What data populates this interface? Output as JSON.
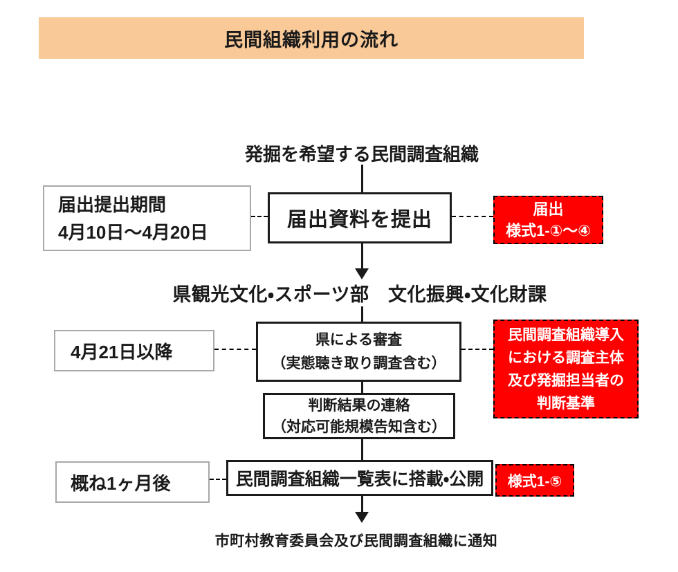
{
  "page": {
    "title": "民間組織利用の流れ"
  },
  "colors": {
    "banner_bg": "#F9C998",
    "accent_red": "#FE0000",
    "accent_red_text": "#FFFFFF"
  },
  "flow": {
    "start_label": "発掘を希望する民間調査組織",
    "step1": {
      "period_line1": "届出提出期間",
      "period_line2": "4月10日～4月20日",
      "action": "届出資料を提出",
      "form_line1": "届出",
      "form_line2": "様式1-①～④"
    },
    "department_label": "県観光文化・スポーツ部　文化振興・文化財課",
    "step2": {
      "period": "4月21日以降",
      "action_line1": "県による審査",
      "action_line2": "（実態聴き取り調査含む）",
      "criteria_line1": "民間調査組織導入",
      "criteria_line2": "における調査主体",
      "criteria_line3": "及び発掘担当者の",
      "criteria_line4": "判断基準"
    },
    "step3": {
      "action_line1": "判断結果の連絡",
      "action_line2": "（対応可能規模告知含む）"
    },
    "step4": {
      "period": "概ね1ヶ月後",
      "action": "民間調査組織一覧表に搭載・公開",
      "form": "様式1-⑤"
    },
    "end_label": "市町村教育委員会及び民間調査組織に通知"
  }
}
